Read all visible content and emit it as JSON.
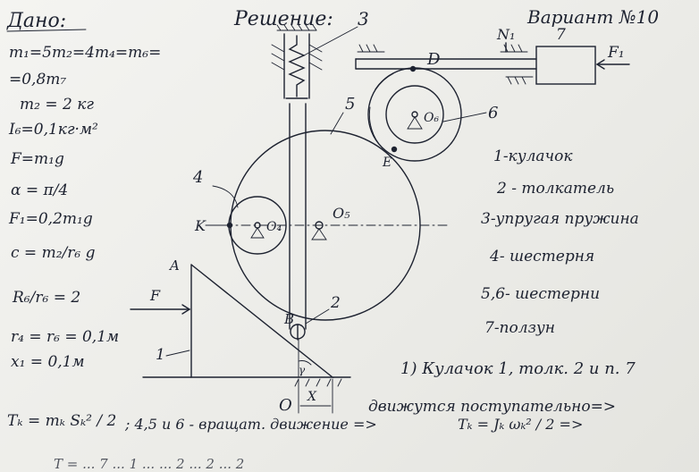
{
  "given": {
    "title": "Дано:",
    "lines": [
      "m₁=5m₂=4m₄=m₆=",
      "=0,8m₇",
      "m₂ = 2 кг",
      "I₆=0,1кг·м²",
      "F=m₁g",
      "α = π/4",
      "F₁=0,2m₁g",
      "c = m₂/r₆ g",
      "R₆/r₆ = 2",
      "r₄ = r₆ = 0,1м",
      "x₁ = 0,1м"
    ]
  },
  "header": {
    "solution": "Решение:",
    "variant": "Вариант №10"
  },
  "legend": {
    "items": [
      "1-кулачок",
      "2 - толкатель",
      "3-упругая пружина",
      "4- шестерня",
      "5,6- шестерни",
      "7-ползун"
    ]
  },
  "diagram": {
    "labels": {
      "n3": "3",
      "n5": "5",
      "n6": "6",
      "n7": "7",
      "n2": "2",
      "n1": "1",
      "n4": "4",
      "N1": "N₁",
      "F1": "F₁",
      "D": "D",
      "E": "E",
      "O6": "O₆",
      "O5": "O₅",
      "O4": "O₄",
      "K": "K",
      "A": "A",
      "F": "F",
      "B": "B",
      "O": "O",
      "X": "X",
      "gamma": "γ"
    }
  },
  "notes": {
    "line1": "1) Кулачок 1, толк. 2 и п. 7",
    "line2": "движутся    поступательно=>",
    "formula1": "Tₖ = mₖ Sₖ² / 2",
    "line3": ";  4,5 и 6 - вращат. движение =>",
    "formula2": "Tₖ = Jₖ ωₖ² / 2  =>",
    "cutoff": "T = ... 7 ... 1 ... ... 2 ... 2 ... 2"
  }
}
